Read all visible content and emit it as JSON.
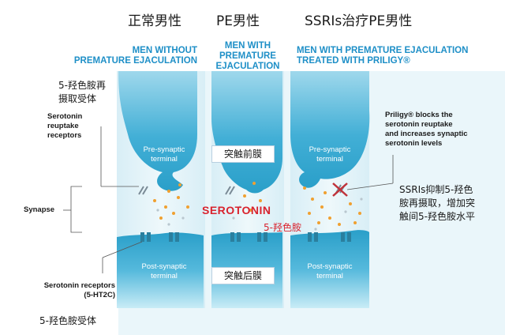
{
  "columns": [
    {
      "cn_title": "正常男性",
      "en_heading": [
        "MEN WITHOUT",
        "PREMATURE EJACULATION"
      ]
    },
    {
      "cn_title": "PE男性",
      "en_heading": [
        "MEN WITH",
        "PREMATURE",
        "EJACULATION"
      ]
    },
    {
      "cn_title": "SSRIs治疗PE男性",
      "en_heading": [
        "MEN WITH PREMATURE EJACULATION",
        "TREATED WITH PRILIGY®"
      ]
    }
  ],
  "left_notes": {
    "reuptake_cn": [
      "5-羟色胺再",
      "摄取受体"
    ],
    "reuptake_en": [
      "Serotonin",
      "reuptake",
      "receptors"
    ],
    "synapse": "Synapse",
    "receptors_en": [
      "Serotonin receptors",
      "(5-HT2C)"
    ],
    "receptors_cn": "5-羟色胺受体"
  },
  "terminals": {
    "pre": [
      "Pre-synaptic",
      "terminal"
    ],
    "post": [
      "Post-synaptic",
      "terminal"
    ]
  },
  "middle": {
    "pre_box": "突触前膜",
    "post_box": "突触后膜",
    "serotonin": "SEROTONIN",
    "serotonin_cn": "5-羟色胺"
  },
  "right_notes": {
    "priligy_en": [
      "Priligy® blocks the",
      "serotonin reuptake",
      "and increases synaptic",
      "serotonin levels"
    ],
    "ssri_cn": [
      "SSRIs抑制5-羟色",
      "胺再摄取，增加突",
      "触间5-羟色胺水平"
    ]
  },
  "colors": {
    "accent_blue": "#1e8fc7",
    "terminal_dark": "#2a9fc9",
    "terminal_light": "#bfe6f3",
    "serotonin_red": "#d9232e",
    "dot_orange": "#f0a030",
    "block_red": "#c0323a"
  }
}
